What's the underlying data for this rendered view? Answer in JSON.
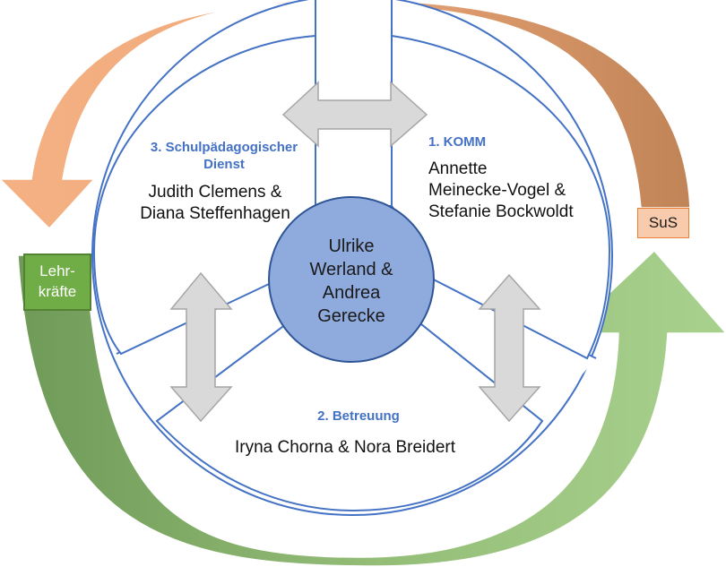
{
  "center": {
    "lines": [
      "Ulrike",
      "Werland &",
      "Andrea",
      "Gerecke"
    ]
  },
  "sectors": {
    "komm": {
      "heading": "1. KOMM",
      "people": [
        "Annette",
        "Meinecke-Vogel &",
        "Stefanie Bockwoldt"
      ]
    },
    "betreuung": {
      "heading": "2. Betreuung",
      "people": [
        "Iryna Chorna & Nora Breidert"
      ]
    },
    "schulpaed": {
      "heading": [
        "3. Schulpädagogischer",
        "Dienst"
      ],
      "people": [
        "Judith Clemens &",
        "Diana Steffenhagen"
      ]
    }
  },
  "tags": {
    "sus": "SuS",
    "lehrkraefte": [
      "Lehr-",
      "kräfte"
    ]
  },
  "colors": {
    "ring_line": "#4472c4",
    "center_fill": "#8faadc",
    "double_arrow_fill": "#d9d9d9",
    "double_arrow_stroke": "#a6a6a6",
    "arrow_orange": "#f4b183",
    "arrow_brown": "#c58b5f",
    "arrow_green_light": "#a9d18e",
    "arrow_green_dark": "#70995a",
    "sus_fill": "#f8cbad",
    "sus_border": "#ed7d31",
    "lehr_fill": "#70ad47",
    "lehr_border": "#548235"
  },
  "icons": [
    "double-arrow-horizontal-icon",
    "double-arrow-vertical-icon",
    "cycle-arrow-icon"
  ]
}
